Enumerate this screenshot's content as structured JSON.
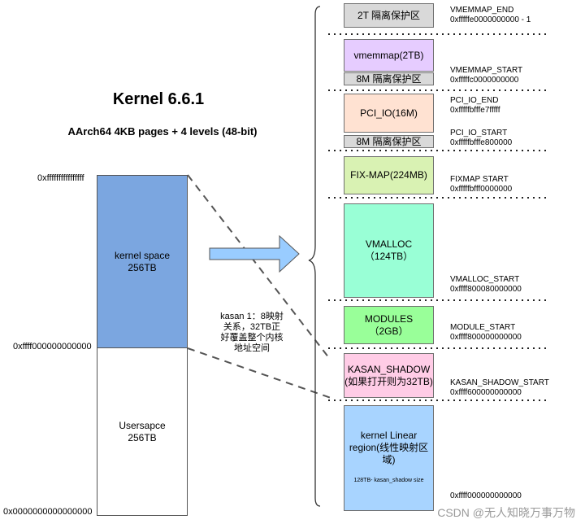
{
  "title": "Kernel 6.6.1",
  "subtitle": "AArch64  4KB pages + 4 levels (48-bit)",
  "left_addresses": {
    "top": "0xffffffffffffffff",
    "mid": "0xffff000000000000",
    "bottom": "0x0000000000000000"
  },
  "left_segments": {
    "kernel": "kernel space\n256TB",
    "user": "Usersapce\n256TB"
  },
  "kasan_note": "kasan 1：8映射\n关系，32TB正\n好覆盖整个内核\n地址空间",
  "regions": {
    "guard_2t": "2T 隔离保护区",
    "vmemmap": "vmemmap(2TB)",
    "guard_8m_1": "8M 隔离保护区",
    "pci_io": "PCI_IO(16M)",
    "guard_8m_2": "8M 隔离保护区",
    "fixmap": "FIX-MAP(224MB)",
    "vmalloc": "VMALLOC\n（124TB）",
    "modules": "MODULES\n（2GB）",
    "kasan_shadow": "KASAN_SHADOW\n(如果打开则为32TB)",
    "linear": "kernel  Linear\nregion(线性映射区域)",
    "linear_note": "128TB- kasan_shadow size"
  },
  "labels": {
    "vmemmap_end": {
      "name": "VMEMMAP_END",
      "addr": "0xfffffe0000000000 - 1"
    },
    "vmemmap_start": {
      "name": "VMEMMAP_START",
      "addr": "0xfffffc0000000000"
    },
    "pci_io_end": {
      "name": "PCI_IO_END",
      "addr": "0xfffffbfffe7fffff"
    },
    "pci_io_start": {
      "name": "PCI_IO_START",
      "addr": "0xfffffbfffe800000"
    },
    "fixmap_start": {
      "name": "FIXMAP START",
      "addr": "0xfffffbfff0000000"
    },
    "vmalloc_start": {
      "name": "VMALLOC_START",
      "addr": "0xffff800080000000"
    },
    "module_start": {
      "name": "MODULE_START",
      "addr": "0xffff800000000000"
    },
    "kasan_shadow_start": {
      "name": "KASAN_SHADOW_START",
      "addr": "0xffff600000000000"
    },
    "linear_start": {
      "name": "",
      "addr": "0xffff000000000000"
    }
  },
  "colors": {
    "kernel_space": "#7ba6e0",
    "guard": "#d9d9d9",
    "vmemmap": "#e6ccff",
    "pci_io": "#ffe2d2",
    "fixmap": "#d9f2b3",
    "vmalloc": "#99ffd6",
    "modules": "#99ff99",
    "kasan_shadow": "#ffcce6",
    "linear": "#a8d4ff",
    "arrow": "#99ccff"
  },
  "watermark": "CSDN @无人知晓万事万物"
}
